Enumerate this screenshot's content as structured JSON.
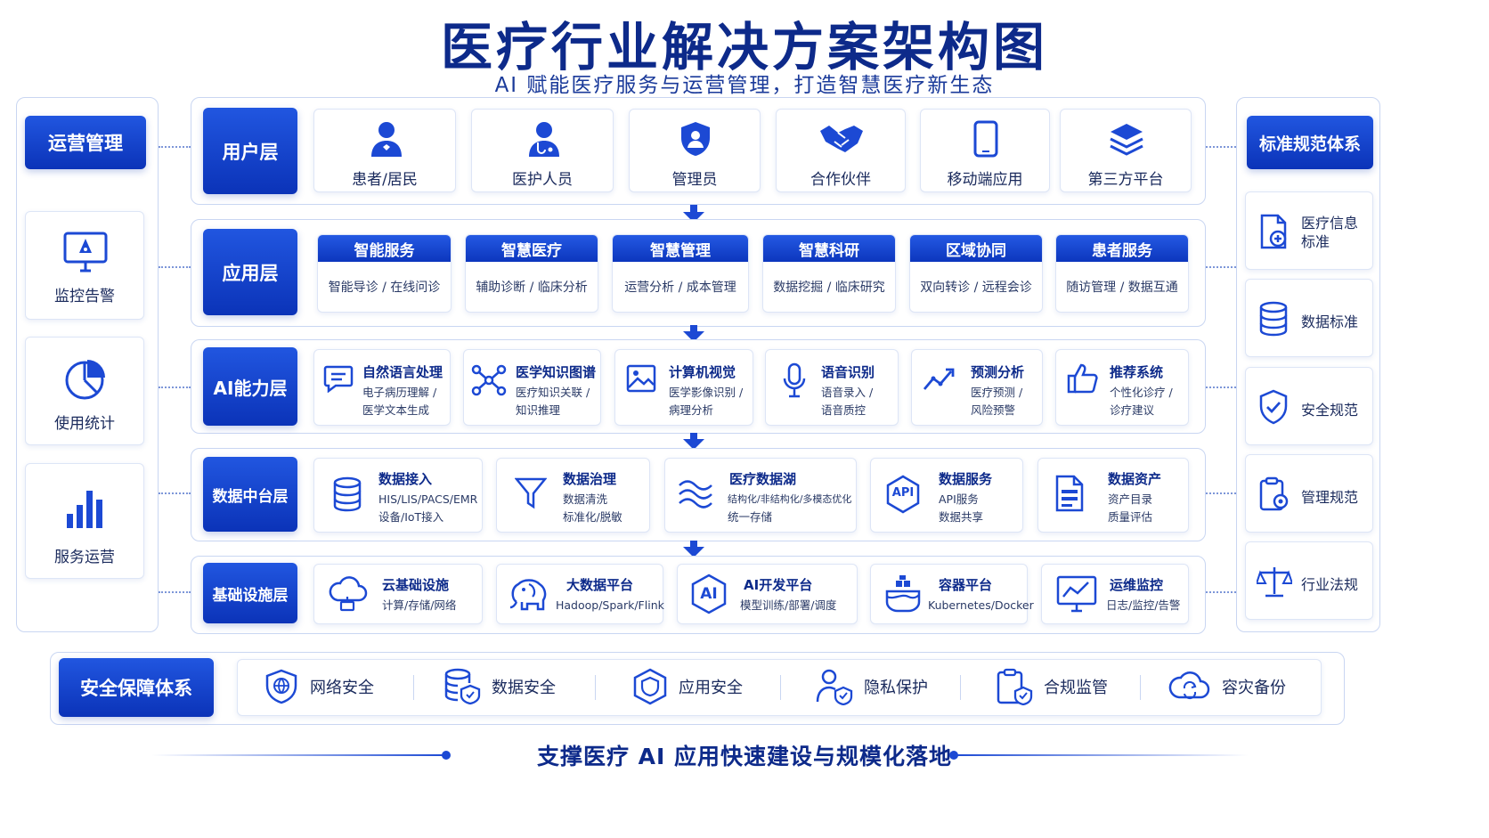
{
  "title": "医疗行业解决方案架构图",
  "subtitle": "AI 赋能医疗服务与运营管理，打造智慧医疗新生态",
  "left": {
    "header": "运营管理",
    "items": [
      {
        "label": "监控告警",
        "icon": "monitor-alert-icon"
      },
      {
        "label": "使用统计",
        "icon": "pie-chart-icon"
      },
      {
        "label": "服务运营",
        "icon": "bar-chart-icon"
      }
    ]
  },
  "right": {
    "header": "标准规范体系",
    "items": [
      {
        "label_line1": "医疗信息",
        "label_line2": "标准",
        "icon": "medical-doc-icon"
      },
      {
        "label": "数据标准",
        "icon": "database-icon"
      },
      {
        "label": "安全规范",
        "icon": "shield-check-icon"
      },
      {
        "label": "管理规范",
        "icon": "clipboard-gear-icon"
      },
      {
        "label": "行业法规",
        "icon": "scales-icon"
      }
    ]
  },
  "layers": {
    "user": {
      "name": "用户层",
      "items": [
        {
          "label": "患者/居民",
          "icon": "patient-icon"
        },
        {
          "label": "医护人员",
          "icon": "doctor-icon"
        },
        {
          "label": "管理员",
          "icon": "admin-shield-icon"
        },
        {
          "label": "合作伙伴",
          "icon": "handshake-icon"
        },
        {
          "label": "移动端应用",
          "icon": "mobile-icon"
        },
        {
          "label": "第三方平台",
          "icon": "layers-icon"
        }
      ]
    },
    "app": {
      "name": "应用层",
      "items": [
        {
          "head": "智能服务",
          "body": "智能导诊 / 在线问诊"
        },
        {
          "head": "智慧医疗",
          "body": "辅助诊断 / 临床分析"
        },
        {
          "head": "智慧管理",
          "body": "运营分析 / 成本管理"
        },
        {
          "head": "智慧科研",
          "body": "数据挖掘 / 临床研究"
        },
        {
          "head": "区域协同",
          "body": "双向转诊 / 远程会诊"
        },
        {
          "head": "患者服务",
          "body": "随访管理 / 数据互通"
        }
      ]
    },
    "ai": {
      "name": "AI能力层",
      "items": [
        {
          "title": "自然语言处理",
          "d1": "电子病历理解 /",
          "d2": "医学文本生成",
          "icon": "chat-icon"
        },
        {
          "title": "医学知识图谱",
          "d1": "医疗知识关联 /",
          "d2": "知识推理",
          "icon": "graph-icon"
        },
        {
          "title": "计算机视觉",
          "d1": "医学影像识别 /",
          "d2": "病理分析",
          "icon": "image-icon"
        },
        {
          "title": "语音识别",
          "d1": "语音录入 /",
          "d2": "语音质控",
          "icon": "microphone-icon"
        },
        {
          "title": "预测分析",
          "d1": "医疗预测 /",
          "d2": "风险预警",
          "icon": "trend-icon"
        },
        {
          "title": "推荐系统",
          "d1": "个性化诊疗 /",
          "d2": "诊疗建议",
          "icon": "thumbs-up-icon"
        }
      ]
    },
    "data": {
      "name": "数据中台层",
      "items": [
        {
          "title": "数据接入",
          "d1": "HIS/LIS/PACS/EMR",
          "d2": "设备/IoT接入",
          "icon": "database-icon"
        },
        {
          "title": "数据治理",
          "d1": "数据清洗",
          "d2": "标准化/脱敏",
          "icon": "funnel-icon"
        },
        {
          "title": "医疗数据湖",
          "d1": "结构化/非结构化/多模态优化",
          "d2": "统一存储",
          "icon": "lake-icon"
        },
        {
          "title": "数据服务",
          "d1": "API服务",
          "d2": "数据共享",
          "icon": "api-icon"
        },
        {
          "title": "数据资产",
          "d1": "资产目录",
          "d2": "质量评估",
          "icon": "document-icon"
        }
      ],
      "api_text": "API"
    },
    "infra": {
      "name": "基础设施层",
      "items": [
        {
          "title": "云基础设施",
          "d1": "计算/存储/网络",
          "icon": "cloud-icon"
        },
        {
          "title": "大数据平台",
          "d1": "Hadoop/Spark/Flink",
          "icon": "elephant-icon"
        },
        {
          "title": "AI开发平台",
          "d1": "模型训练/部署/调度",
          "icon": "ai-hex-icon"
        },
        {
          "title": "容器平台",
          "d1": "Kubernetes/Docker",
          "icon": "container-icon"
        },
        {
          "title": "运维监控",
          "d1": "日志/监控/告警",
          "icon": "monitor-trend-icon"
        }
      ],
      "ai_text": "AI"
    }
  },
  "security": {
    "name": "安全保障体系",
    "items": [
      {
        "label": "网络安全",
        "icon": "globe-shield-icon"
      },
      {
        "label": "数据安全",
        "icon": "db-shield-icon"
      },
      {
        "label": "应用安全",
        "icon": "hex-shield-icon"
      },
      {
        "label": "隐私保护",
        "icon": "user-shield-icon"
      },
      {
        "label": "合规监管",
        "icon": "clipboard-shield-icon"
      },
      {
        "label": "容灾备份",
        "icon": "cloud-backup-icon"
      }
    ]
  },
  "footer": "支撑医疗 AI 应用快速建设与规模化落地",
  "colors": {
    "primary": "#0b33b8",
    "accent": "#1c49d4",
    "text": "#1a2a5c",
    "border": "#c9d6f2"
  }
}
